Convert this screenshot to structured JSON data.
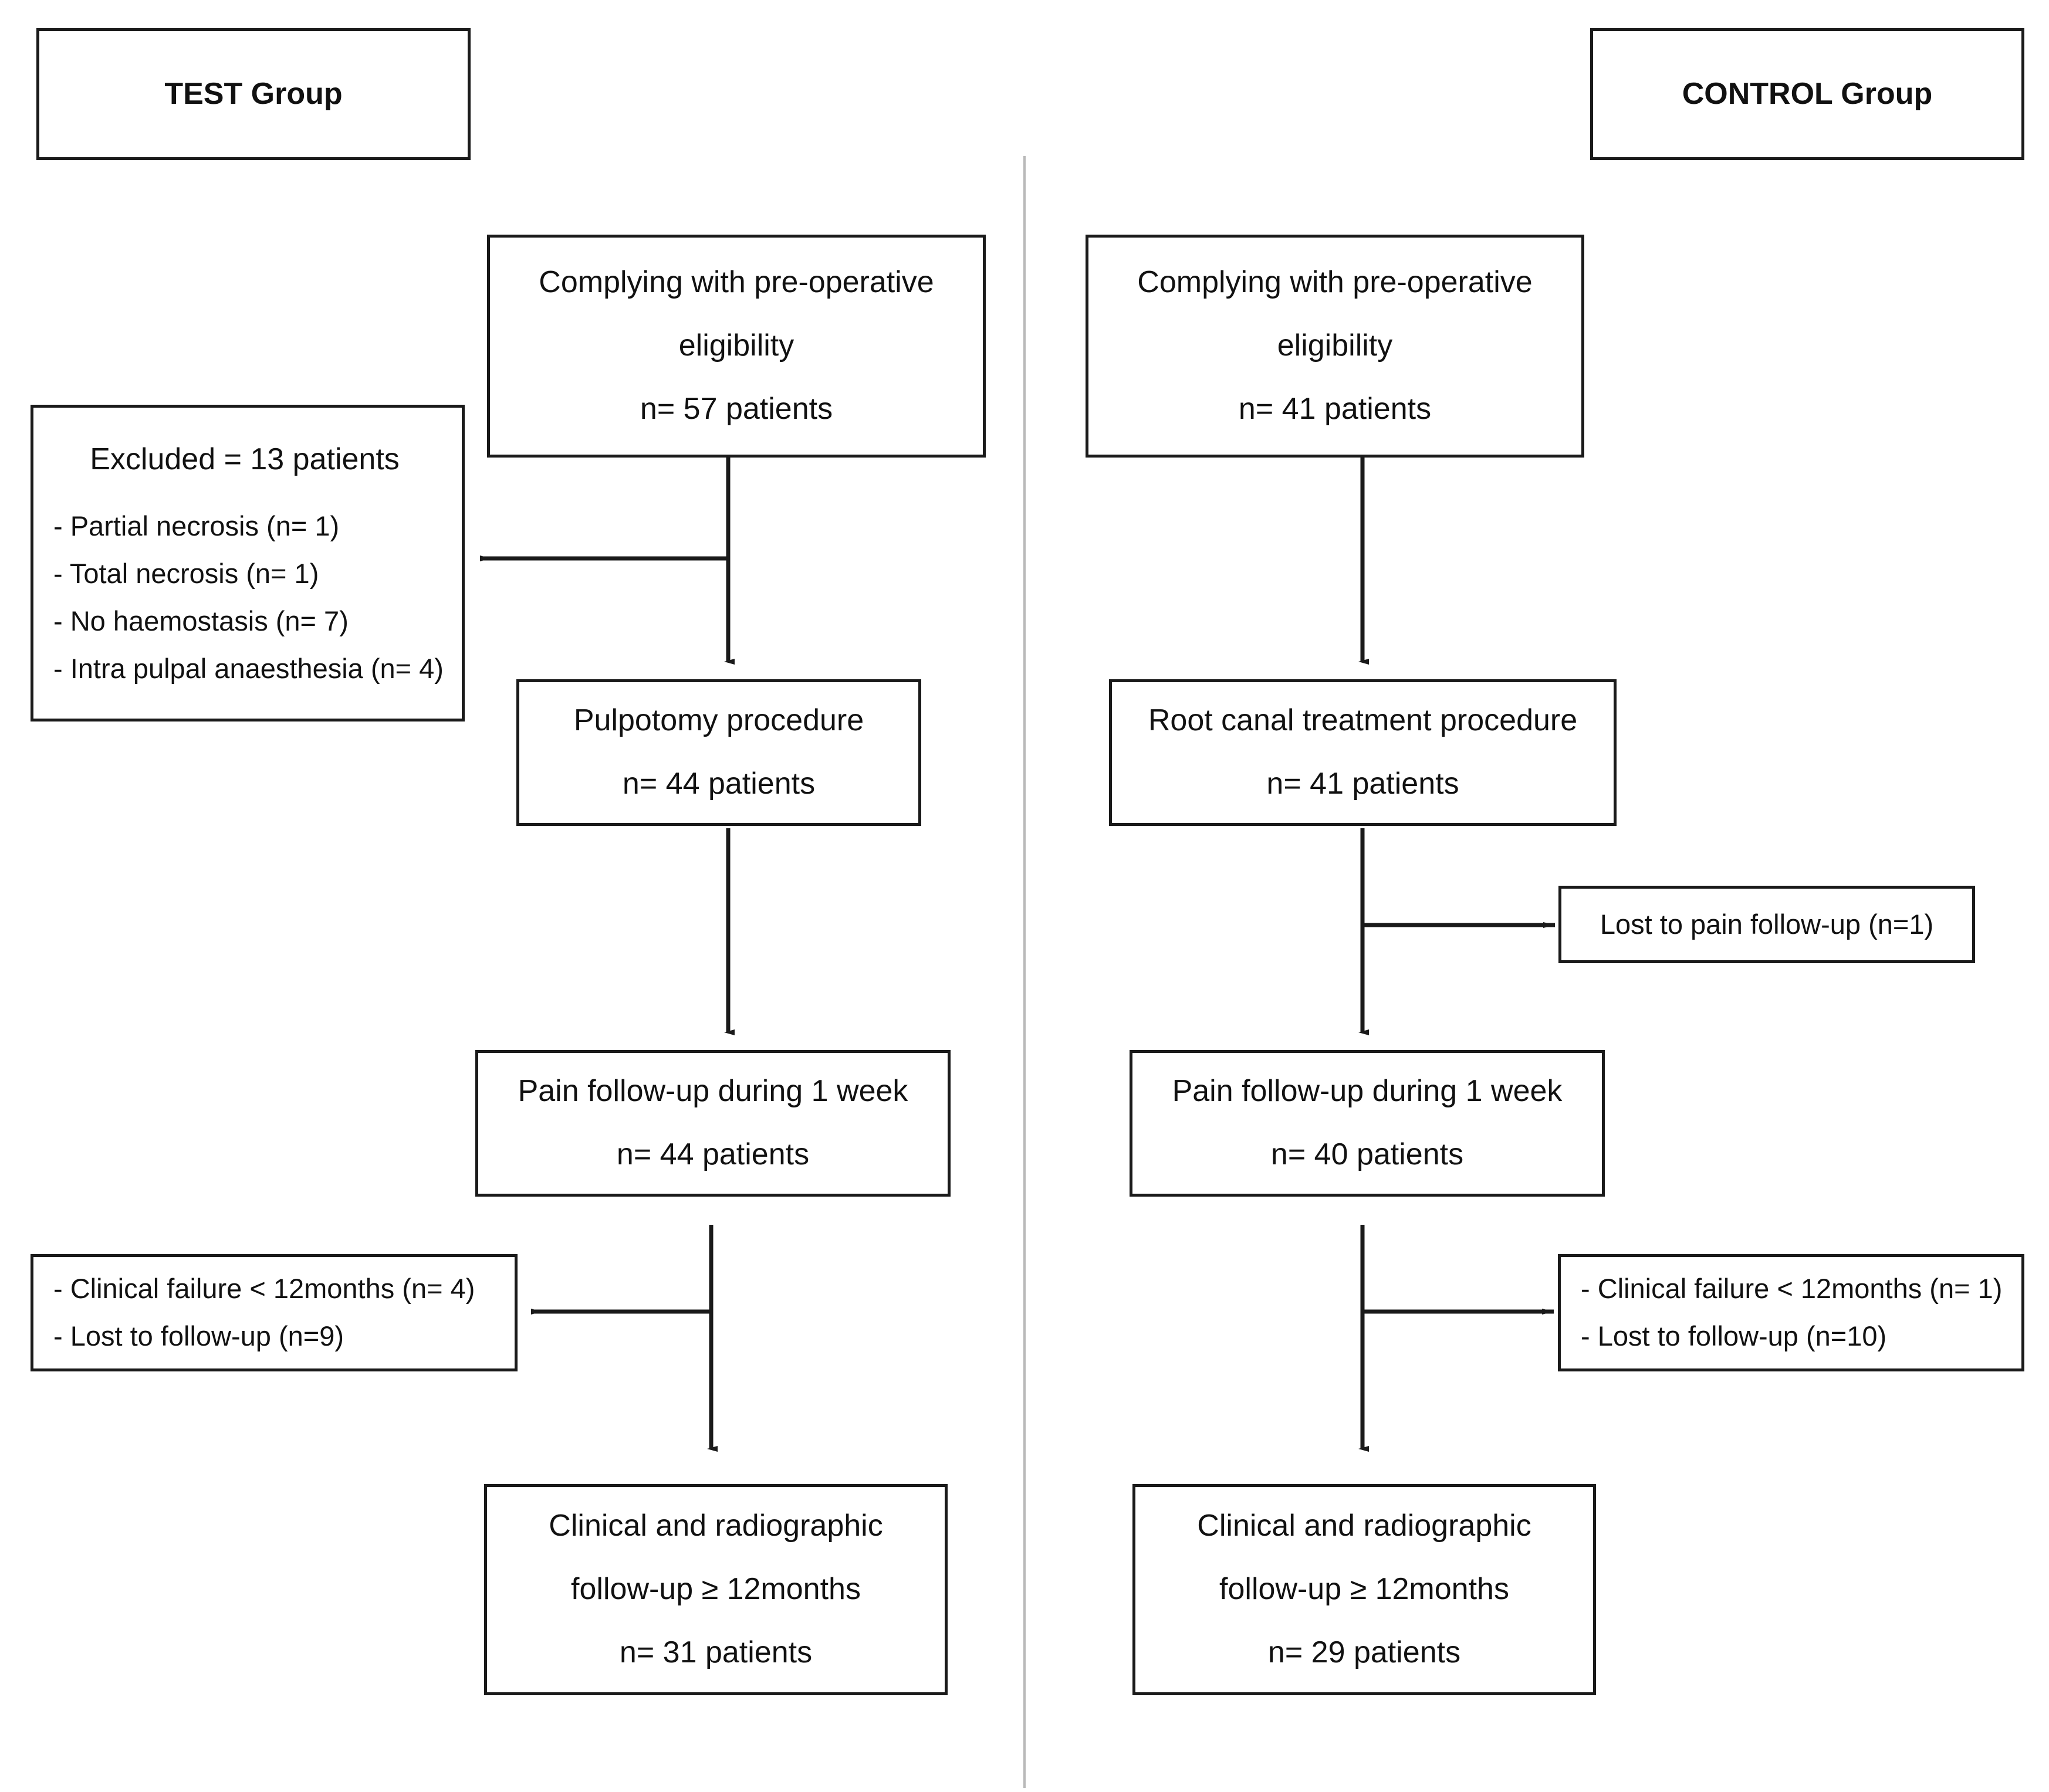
{
  "figure": {
    "type": "flowchart",
    "orientation": "two-column-parallel-groups",
    "divider_color": "#b9b9b9",
    "line_color": "#1a1a1a"
  },
  "test_group": {
    "header": "TEST Group",
    "eligibility": {
      "line1": "Complying with pre-operative",
      "line2": "eligibility",
      "line3": "n= 57 patients",
      "n": 57
    },
    "excluded": {
      "title": "Excluded = 13 patients",
      "n": 13,
      "reasons": [
        "- Partial necrosis (n= 1)",
        "- Total necrosis (n= 1)",
        "- No haemostasis (n= 7)",
        "- Intra pulpal anaesthesia (n= 4)"
      ]
    },
    "procedure": {
      "line1": "Pulpotomy procedure",
      "line2": "n= 44 patients",
      "n": 44
    },
    "pain_followup": {
      "line1": "Pain follow-up during 1 week",
      "line2": "n= 44 patients",
      "n": 44
    },
    "attrition": {
      "line1": "- Clinical failure < 12months (n= 4)",
      "line2": "- Lost to follow-up (n=9)"
    },
    "final": {
      "line1": "Clinical and radiographic",
      "line2": "follow-up ≥ 12months",
      "line3": "n= 31 patients",
      "n": 31
    }
  },
  "control_group": {
    "header": "CONTROL Group",
    "eligibility": {
      "line1": "Complying with pre-operative",
      "line2": "eligibility",
      "line3": "n= 41 patients",
      "n": 41
    },
    "procedure": {
      "line1": "Root canal treatment procedure",
      "line2": "n= 41 patients",
      "n": 41
    },
    "lost_pain_followup": {
      "line1": "Lost to pain follow-up (n=1)"
    },
    "pain_followup": {
      "line1": "Pain follow-up during 1 week",
      "line2": "n= 40 patients",
      "n": 40
    },
    "attrition": {
      "line1": "- Clinical failure < 12months (n= 1)",
      "line2": "- Lost to follow-up (n=10)"
    },
    "final": {
      "line1": "Clinical and radiographic",
      "line2": "follow-up ≥ 12months",
      "line3": "n= 29 patients",
      "n": 29
    }
  }
}
